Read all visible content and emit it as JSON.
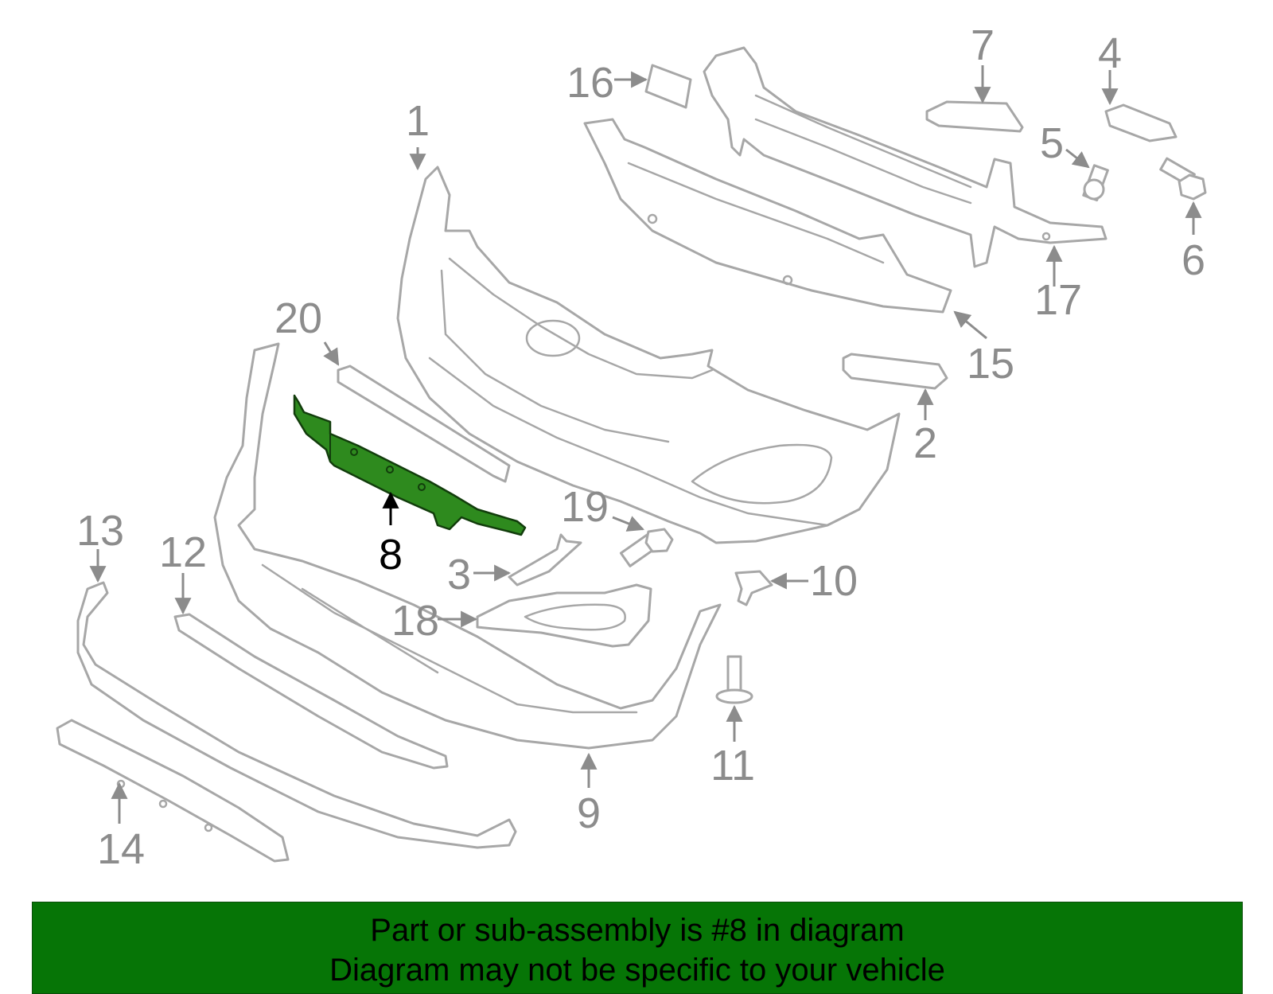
{
  "diagram": {
    "highlighted_part": "8",
    "callouts": [
      "1",
      "2",
      "3",
      "4",
      "5",
      "6",
      "7",
      "8",
      "9",
      "10",
      "11",
      "12",
      "13",
      "14",
      "15",
      "16",
      "17",
      "18",
      "19",
      "20"
    ]
  },
  "banner": {
    "line1": "Part or sub-assembly is #8 in diagram",
    "line2": "Diagram may not be specific to your vehicle"
  },
  "colors": {
    "highlight": "#2e8a1e",
    "banner_bg": "#067506",
    "part_stroke": "#a7a7a7",
    "callout_text": "#8c8c8c"
  }
}
